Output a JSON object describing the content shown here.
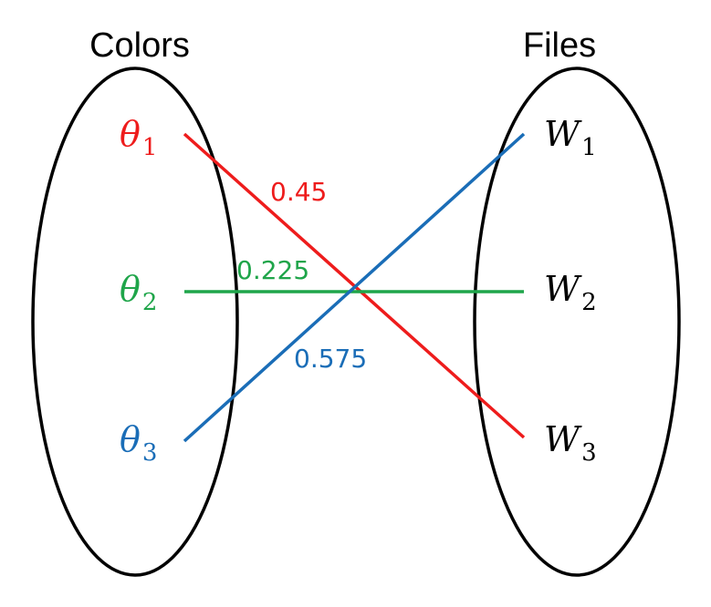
{
  "sets": {
    "left": {
      "title": "Colors"
    },
    "right": {
      "title": "Files"
    }
  },
  "nodes": {
    "theta1": {
      "symbol": "θ",
      "sub": "1",
      "color": "#ee1c1c"
    },
    "theta2": {
      "symbol": "θ",
      "sub": "2",
      "color": "#1fa54a"
    },
    "theta3": {
      "symbol": "θ",
      "sub": "3",
      "color": "#1a6db7"
    },
    "w1": {
      "symbol": "W",
      "sub": "1",
      "color": "#000000"
    },
    "w2": {
      "symbol": "W",
      "sub": "2",
      "color": "#000000"
    },
    "w3": {
      "symbol": "W",
      "sub": "3",
      "color": "#000000"
    }
  },
  "edges": [
    {
      "from": "theta1",
      "to": "w3",
      "weight": "0.45",
      "color": "#ee1c1c"
    },
    {
      "from": "theta2",
      "to": "w2",
      "weight": "0.225",
      "color": "#1fa54a"
    },
    {
      "from": "theta3",
      "to": "w1",
      "weight": "0.575",
      "color": "#1a6db7"
    }
  ]
}
